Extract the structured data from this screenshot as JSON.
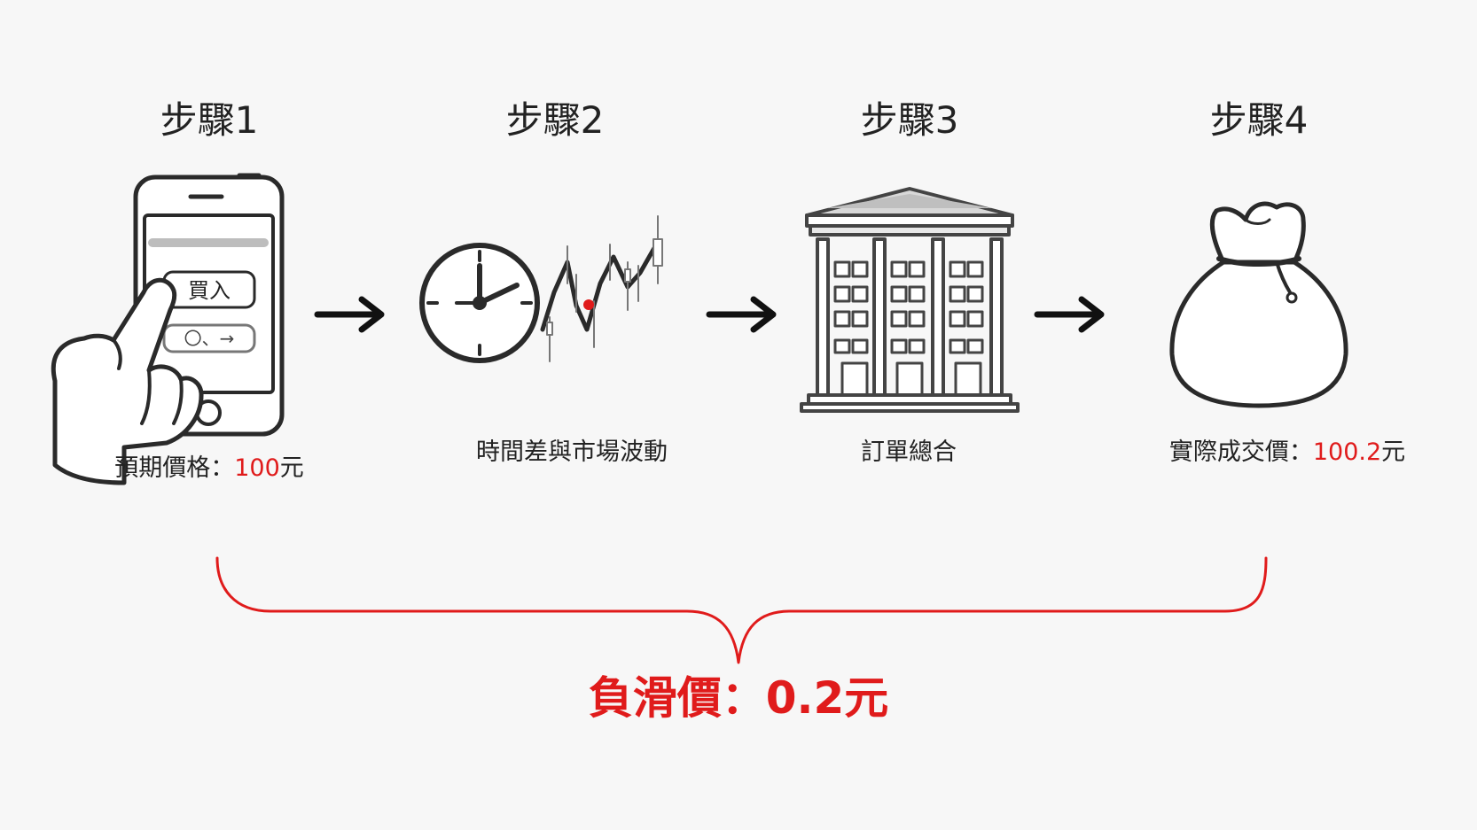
{
  "steps": [
    {
      "title": "步驟1",
      "caption_label": "預期價格：",
      "caption_value": "100",
      "caption_unit": "元",
      "icon": "phone-buy-icon",
      "phone": {
        "button_label": "買入",
        "button2_label": "〇、→"
      }
    },
    {
      "title": "步驟2",
      "caption_label": "時間差與市場波動",
      "caption_value": "",
      "caption_unit": "",
      "icon": "clock-chart-icon"
    },
    {
      "title": "步驟3",
      "caption_label": "訂單總合",
      "caption_value": "",
      "caption_unit": "",
      "icon": "exchange-building-icon"
    },
    {
      "title": "步驟4",
      "caption_label": "實際成交價：",
      "caption_value": "100.2",
      "caption_unit": "元",
      "icon": "money-bag-icon"
    }
  ],
  "result": {
    "label": "負滑價：",
    "value": "0.2",
    "unit": "元"
  },
  "colors": {
    "accent": "#e01b1b",
    "ink": "#222222",
    "background": "#f7f7f7"
  }
}
